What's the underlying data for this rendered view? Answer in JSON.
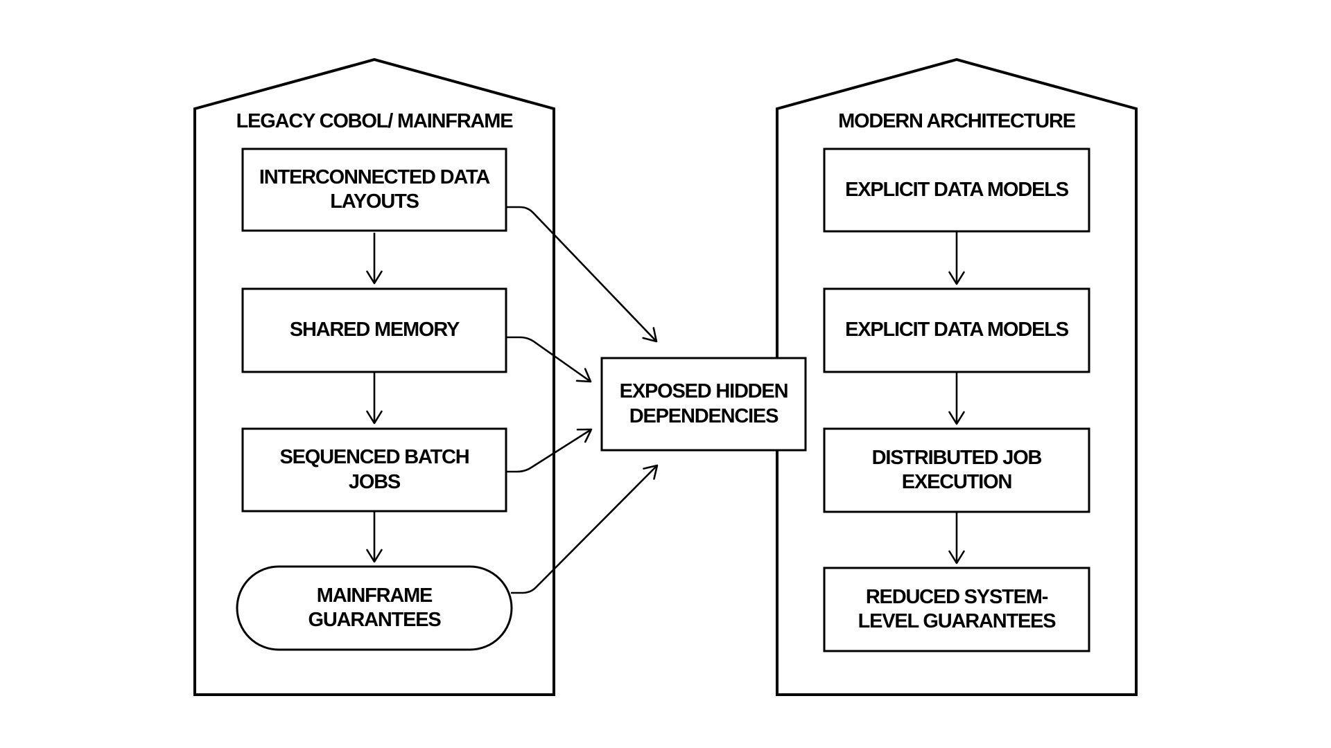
{
  "diagram": {
    "background_color": "#ffffff",
    "line_color": "#000000",
    "left_house": {
      "title": "LEGACY COBOL/ MAINFRAME",
      "nodes": [
        {
          "id": "interconnected-data-layouts",
          "shape": "rect",
          "label": "INTERCONNECTED DATA\nLAYOUTS"
        },
        {
          "id": "shared-memory",
          "shape": "rect",
          "label": "SHARED MEMORY"
        },
        {
          "id": "sequenced-batch-jobs",
          "shape": "rect",
          "label": "SEQUENCED BATCH\nJOBS"
        },
        {
          "id": "mainframe-guarantees",
          "shape": "stadium",
          "label": "MAINFRAME\nGUARANTEES"
        }
      ]
    },
    "right_house": {
      "title": "MODERN ARCHITECTURE",
      "nodes": [
        {
          "id": "explicit-data-models-1",
          "shape": "rect",
          "label": "EXPLICIT DATA MODELS"
        },
        {
          "id": "explicit-data-models-2",
          "shape": "rect",
          "label": "EXPLICIT DATA MODELS"
        },
        {
          "id": "distributed-job-execution",
          "shape": "rect",
          "label": "DISTRIBUTED JOB\nEXECUTION"
        },
        {
          "id": "reduced-system-level-guarantees",
          "shape": "rect",
          "label": "REDUCED SYSTEM-\nLEVEL GUARANTEES"
        }
      ]
    },
    "center_node": {
      "id": "exposed-hidden-dependencies",
      "shape": "rect",
      "label": "EXPOSED HIDDEN\nDEPENDENCIES"
    },
    "edges": [
      {
        "from": "interconnected-data-layouts",
        "to": "shared-memory",
        "style": "vertical-arrow"
      },
      {
        "from": "shared-memory",
        "to": "sequenced-batch-jobs",
        "style": "vertical-arrow"
      },
      {
        "from": "sequenced-batch-jobs",
        "to": "mainframe-guarantees",
        "style": "vertical-arrow"
      },
      {
        "from": "explicit-data-models-1",
        "to": "explicit-data-models-2",
        "style": "vertical-arrow"
      },
      {
        "from": "explicit-data-models-2",
        "to": "distributed-job-execution",
        "style": "vertical-arrow"
      },
      {
        "from": "distributed-job-execution",
        "to": "reduced-system-level-guarantees",
        "style": "vertical-arrow"
      },
      {
        "from": "interconnected-data-layouts",
        "to": "exposed-hidden-dependencies",
        "style": "diagonal-arrow"
      },
      {
        "from": "shared-memory",
        "to": "exposed-hidden-dependencies",
        "style": "diagonal-arrow"
      },
      {
        "from": "sequenced-batch-jobs",
        "to": "exposed-hidden-dependencies",
        "style": "diagonal-arrow"
      },
      {
        "from": "mainframe-guarantees",
        "to": "exposed-hidden-dependencies",
        "style": "diagonal-arrow"
      }
    ]
  }
}
